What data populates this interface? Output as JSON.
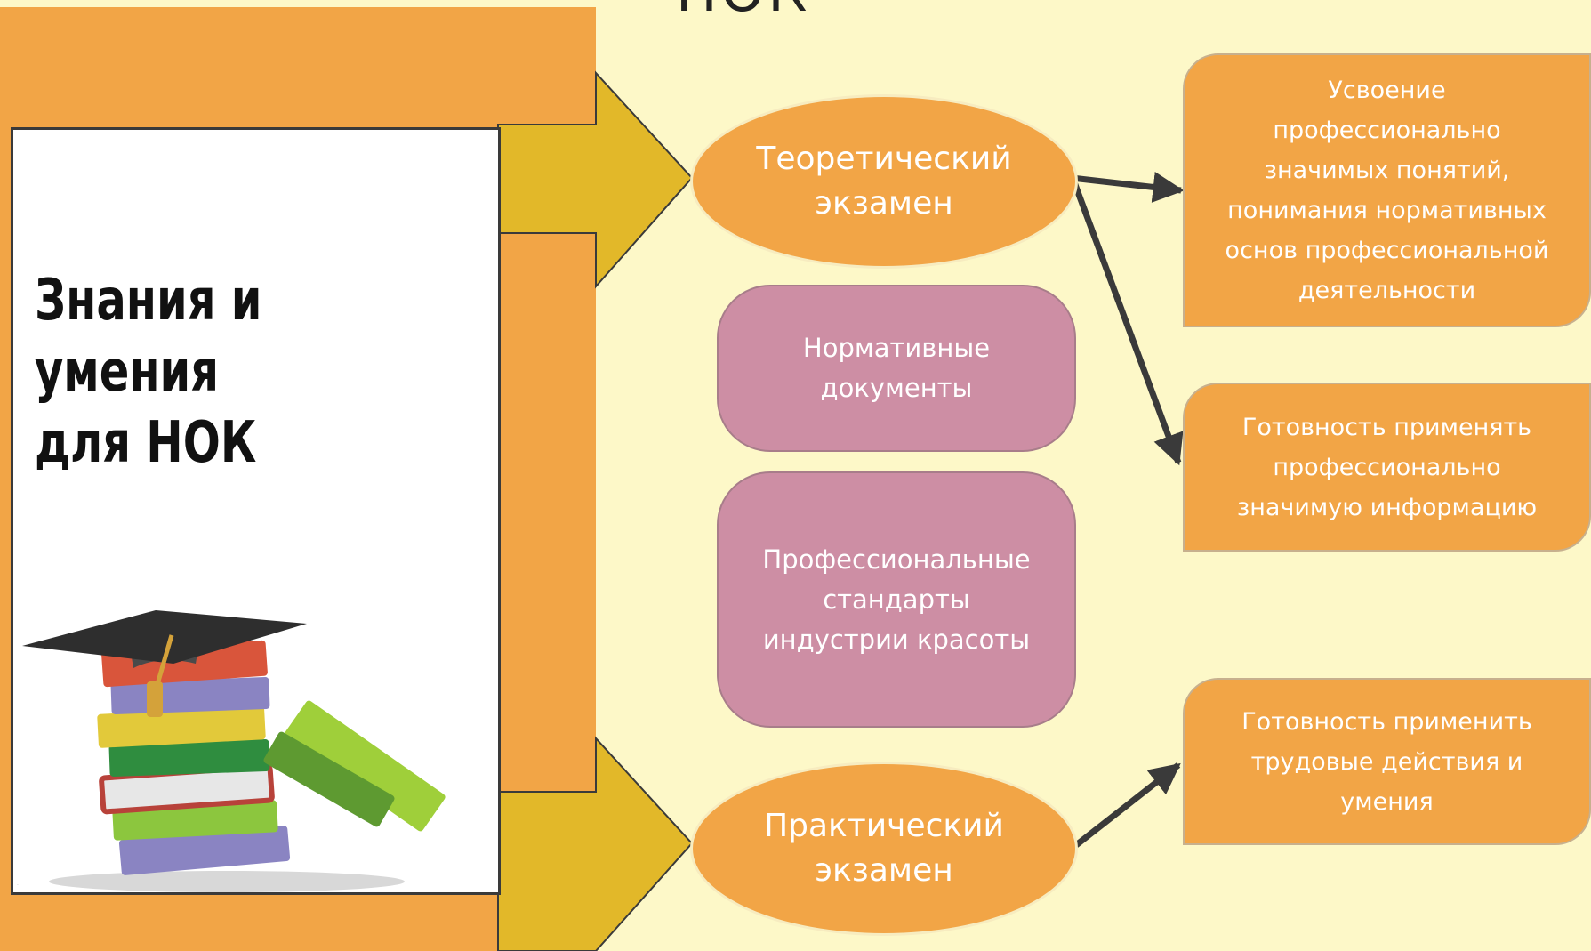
{
  "header": {
    "title": "НОК"
  },
  "left_card": {
    "title": "Знания и\nумения\nдля НОК",
    "illustration_icon": "graduation-cap-books-icon"
  },
  "exams": {
    "theory": "Теоретический\nэкзамен",
    "practice": "Практический\nэкзамен"
  },
  "sources": {
    "normative": "Нормативные\nдокументы",
    "standards": "Профессиональные\nстандарты\nиндустрии красоты"
  },
  "outcomes": {
    "concepts": "Усвоение\nпрофессионально\nзначимых понятий,\nпонимания нормативных\nоснов профессиональной\nдеятельности",
    "information": "Готовность применять\nпрофессионально\nзначимую информацию",
    "actions": "Готовность применить\nтрудовые действия и\nумения"
  },
  "colors": {
    "background": "#fdf8c8",
    "orange": "#f2a546",
    "gold_arrow": "#e2b829",
    "pink": "#cd8ea4",
    "connector": "#3a3a3a"
  }
}
